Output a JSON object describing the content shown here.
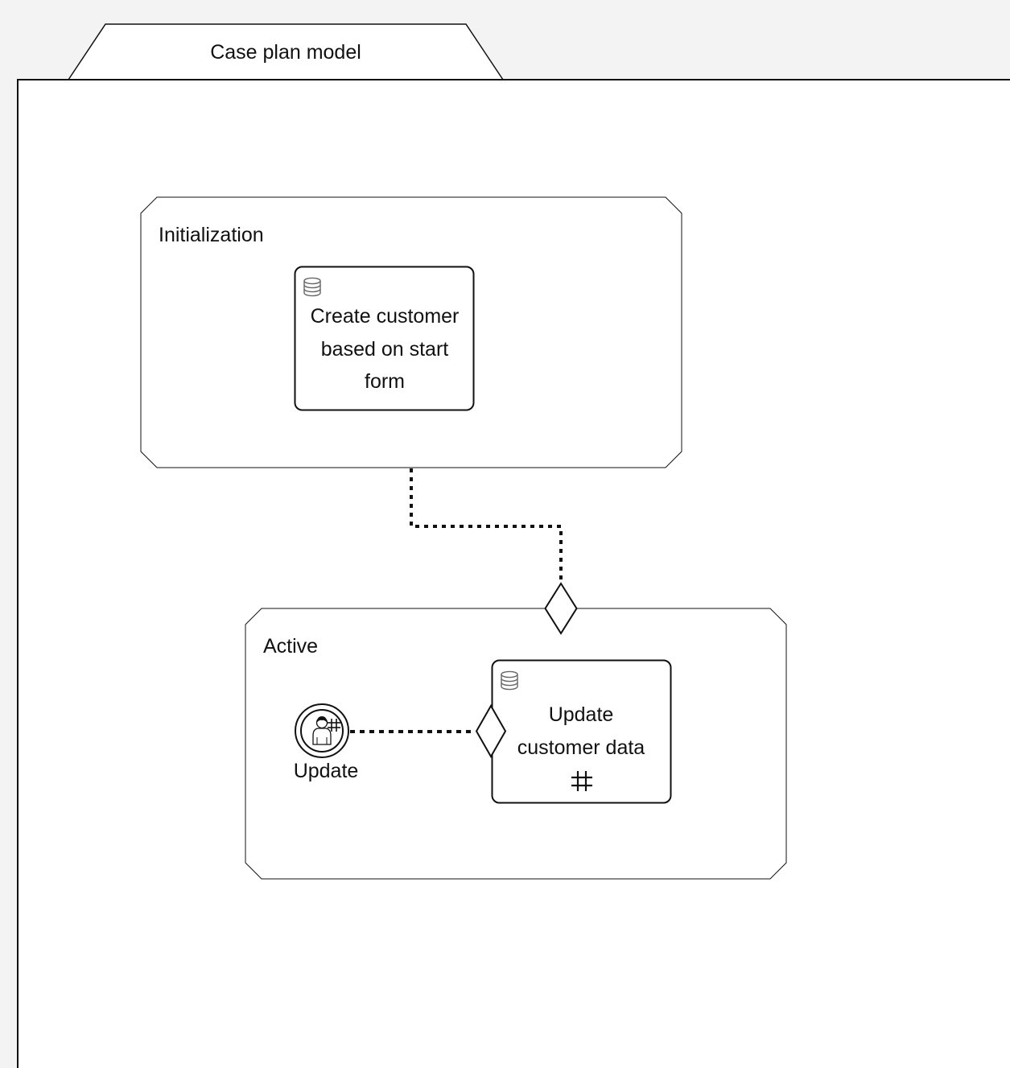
{
  "case_plan_model": {
    "label": "Case plan model"
  },
  "stages": [
    {
      "id": "initialization",
      "label": "Initialization",
      "tasks": [
        {
          "type": "service-task",
          "icon": "database-icon",
          "label_lines": [
            "Create customer",
            "based on start",
            "form"
          ]
        }
      ]
    },
    {
      "id": "active",
      "label": "Active",
      "event_listener": {
        "type": "user-event-listener",
        "icon": "user-icon",
        "marker": "#",
        "label": "Update"
      },
      "tasks": [
        {
          "type": "service-task",
          "icon": "database-icon",
          "label_lines": [
            "Update",
            "customer data"
          ],
          "repetition_marker": "#"
        }
      ]
    }
  ],
  "connections": [
    {
      "from": "initialization",
      "to": "active",
      "style": "dotted",
      "target_decorator": "entry-criterion"
    },
    {
      "from": "update-event-listener",
      "to": "update-customer-data-task",
      "style": "dotted",
      "target_decorator": "entry-criterion"
    }
  ],
  "colors": {
    "background": "#f2f3f2",
    "canvas": "#ffffff",
    "stroke": "#111111",
    "icon_stroke": "#666666"
  }
}
